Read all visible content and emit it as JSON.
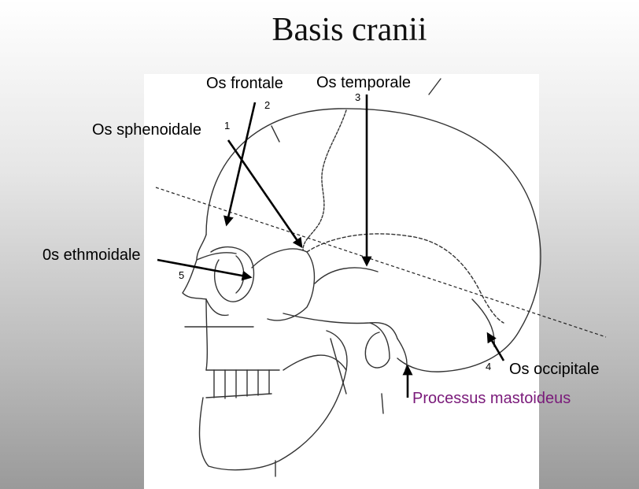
{
  "title": "Basis cranii",
  "labels": {
    "os_frontale": "Os frontale",
    "os_temporale": "Os temporale",
    "os_sphenoidale": "Os sphenoidale",
    "os_ethmoidale": "0s ethmoidale",
    "os_occipitale": "Os occipitale",
    "processus_mastoideus": "Processus mastoideus"
  },
  "numbers": {
    "sphenoidale": "1",
    "frontale": "2",
    "temporale": "3",
    "occipitale": "4",
    "ethmoidale": "5"
  },
  "colors": {
    "label": "#000000",
    "mastoid_label": "#7a1a7a",
    "line_art": "#333333"
  },
  "icons": [
    "skull-lateral-illustration"
  ]
}
